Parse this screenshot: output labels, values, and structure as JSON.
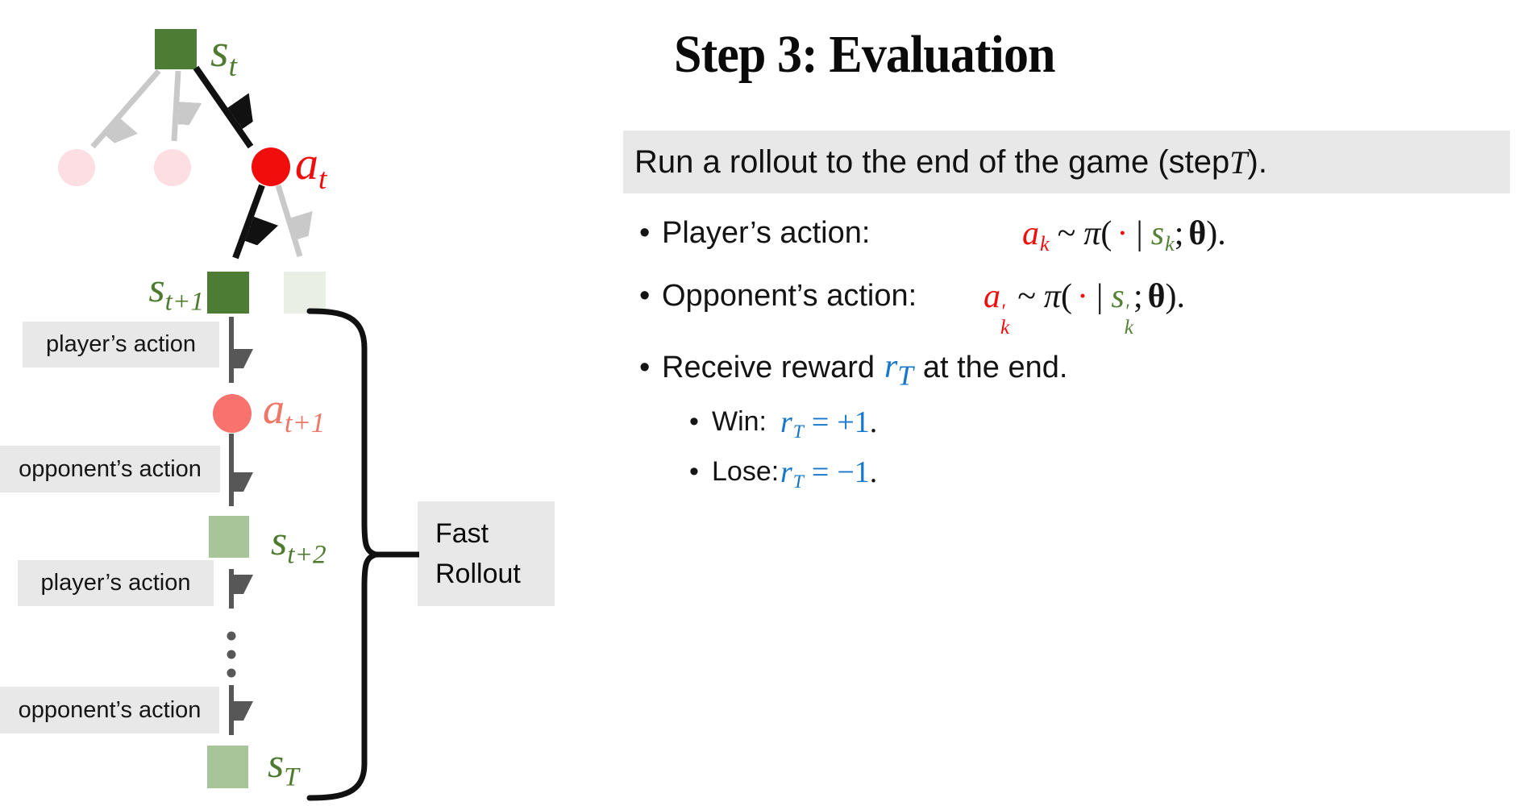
{
  "diagram": {
    "nodes": {
      "st": {
        "base": "s",
        "sub": "t"
      },
      "at": {
        "base": "a",
        "sub": "t"
      },
      "st1": {
        "base": "s",
        "sub": "t+1"
      },
      "at1": {
        "base": "a",
        "sub": "t+1"
      },
      "st2": {
        "base": "s",
        "sub": "t+2"
      },
      "sT": {
        "base": "s",
        "sub": "T"
      }
    },
    "labels": {
      "player1": "player’s action",
      "opponent1": "opponent’s action",
      "player2": "player’s action",
      "opponent2": "opponent’s action"
    },
    "rollout": {
      "line1": "Fast",
      "line2": "Rollout"
    }
  },
  "content": {
    "title": "Step 3: Evaluation",
    "highlight": {
      "before": "Run a rollout to the end of the game (step ",
      "var": "T",
      "after": ")."
    },
    "bullet_glyph": "•",
    "player": {
      "label": "Player’s action:",
      "a": "a",
      "a_sub": "k",
      "sim": "~",
      "pi": "π",
      "open": "(",
      "dot": "·",
      "bar": "|",
      "s": "s",
      "s_sub": "k",
      "semi": ";",
      "theta": "θ",
      "close": ")."
    },
    "opponent": {
      "label": "Opponent’s action:",
      "a": "a",
      "a_prime": "′",
      "a_sub": "k",
      "sim": "~",
      "pi": "π",
      "open": "(",
      "dot": "·",
      "bar": "|",
      "s": "s",
      "s_prime": "′",
      "s_sub": "k",
      "semi": ";",
      "theta": "θ",
      "close": ")."
    },
    "reward": {
      "before": "Receive reward",
      "r": "r",
      "r_sub": "T",
      "after": "at the end."
    },
    "win": {
      "label": "Win:",
      "r": "r",
      "r_sub": "T",
      "eq": "=",
      "val": "+1",
      "period": "."
    },
    "lose": {
      "label": "Lose:",
      "r": "r",
      "r_sub": "T",
      "eq": "=",
      "val": "−1",
      "period": "."
    }
  },
  "colors": {
    "state_green_dark": "#4d7d35",
    "state_green_light": "#a8c59a",
    "state_green_faded": "#e9efe4",
    "action_red": "#f20d0d",
    "action_salmon": "#f8736e",
    "action_pink_faded": "#fcdee3",
    "math_green": "#538135",
    "math_blue": "#1577c9",
    "gray_box": "#e8e8e8",
    "edge_gray": "#c9c9c9",
    "edge_dark": "#575757"
  }
}
